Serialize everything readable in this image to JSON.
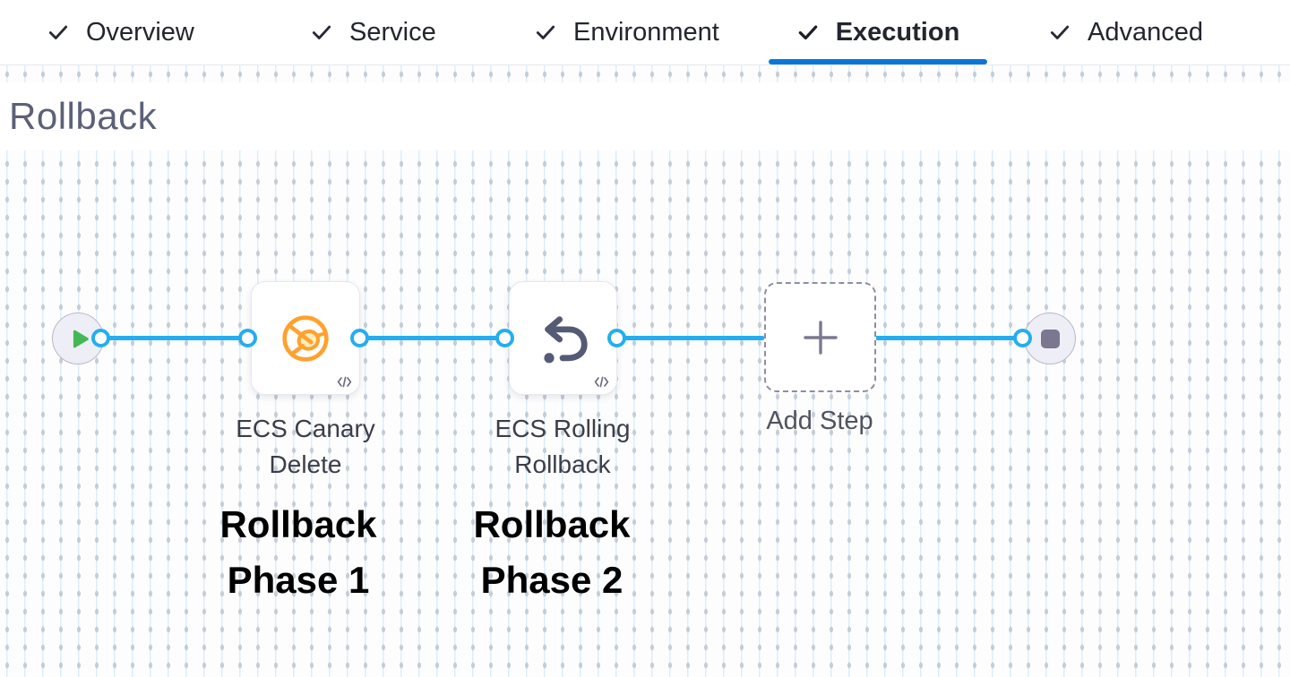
{
  "tabs": {
    "items": [
      {
        "label": "Overview",
        "active": false
      },
      {
        "label": "Service",
        "active": false
      },
      {
        "label": "Environment",
        "active": false
      },
      {
        "label": "Execution",
        "active": true
      },
      {
        "label": "Advanced",
        "active": false
      }
    ]
  },
  "section_title": "Rollback",
  "pipeline": {
    "start_node": {
      "icon": "play-icon"
    },
    "end_node": {
      "icon": "stop-icon"
    },
    "steps": [
      {
        "name": "ECS Canary Delete",
        "icon": "canary-delete-icon",
        "badge_icon": "code-icon"
      },
      {
        "name": "ECS Rolling Rollback",
        "icon": "rolling-rollback-icon",
        "badge_icon": "code-icon"
      }
    ],
    "add_step_label": "Add Step",
    "annotations": [
      {
        "text": "Rollback Phase 1"
      },
      {
        "text": "Rollback Phase 2"
      }
    ]
  },
  "colors": {
    "flow_line_blue": "#25aeee",
    "active_tab_underline": "#0a77d8",
    "canary_orange": "#ffa12f",
    "rollback_icon_slate": "#555b74",
    "play_green": "#44b854",
    "stop_gray": "#7b7790",
    "title_text": "#5c6177",
    "annotation_text": "#000000"
  }
}
